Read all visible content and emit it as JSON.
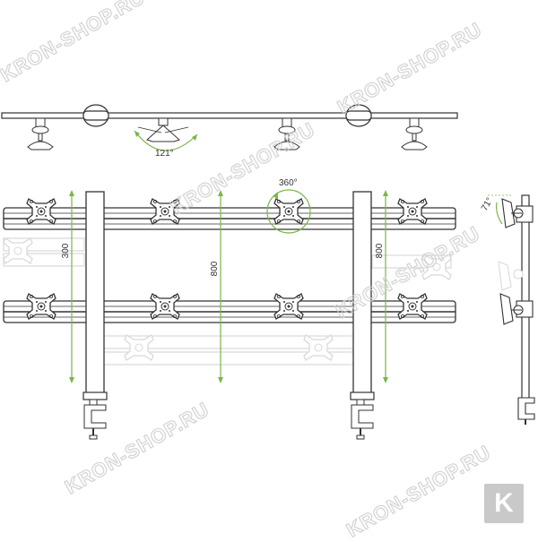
{
  "watermark": {
    "text": "KRON-SHOP.RU"
  },
  "logo": {
    "letter": "K"
  },
  "dimensions": {
    "tilt_top": "121°",
    "rotation": "360°",
    "height_left": "300",
    "height_center": "800",
    "height_right": "800",
    "tilt_side": "71°"
  },
  "colors": {
    "accent_green": "#7ab648",
    "line": "#333333",
    "ghost": "#d9d9d9",
    "watermark": "#cfcfcf"
  }
}
